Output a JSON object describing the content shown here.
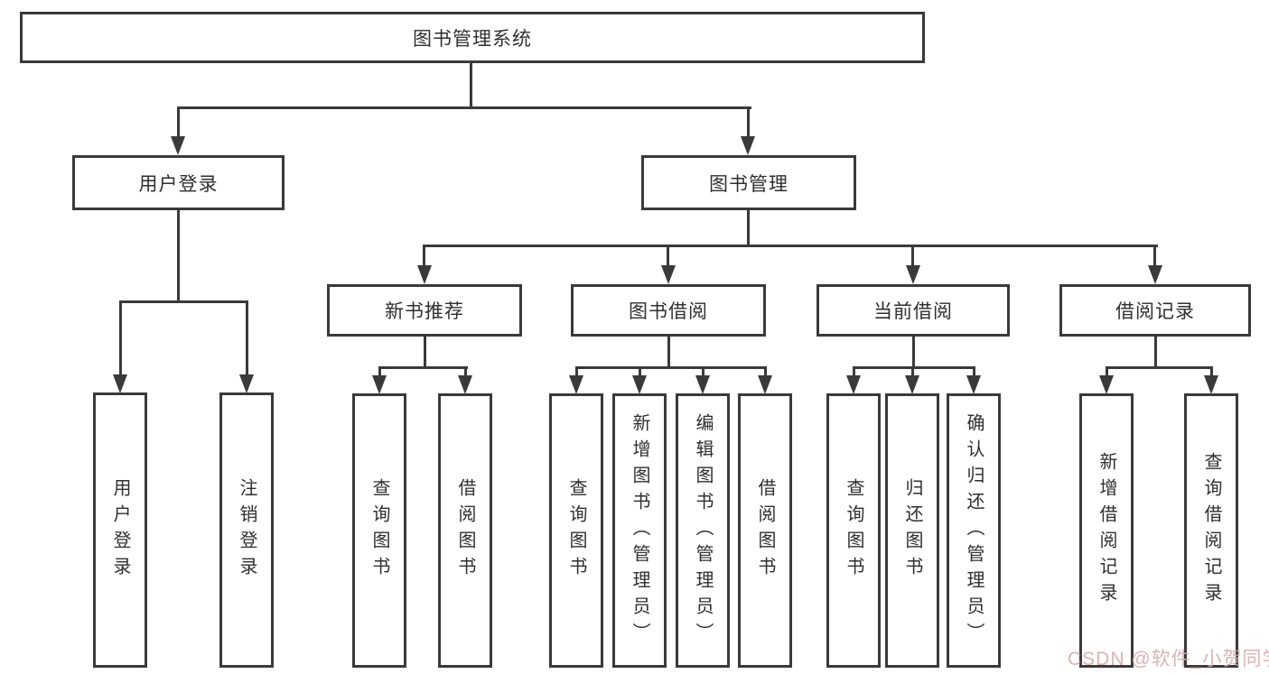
{
  "colors": {
    "line": "#3a3a3a",
    "box_border": "#3a3a3a",
    "text": "#2f2f2f",
    "background": "#ffffff",
    "watermark": "#d8abab"
  },
  "watermark": {
    "text": "CSDN @软件_小贺同学"
  },
  "tree": {
    "root": {
      "label": "图书管理系统",
      "children": [
        {
          "label": "用户登录",
          "children": [
            {
              "label": "用户登录"
            },
            {
              "label": "注销登录"
            }
          ]
        },
        {
          "label": "图书管理",
          "children": [
            {
              "label": "新书推荐",
              "children": [
                {
                  "label": "查询图书"
                },
                {
                  "label": "借阅图书"
                }
              ]
            },
            {
              "label": "图书借阅",
              "children": [
                {
                  "label": "查询图书"
                },
                {
                  "label": "新增图书（管理员）"
                },
                {
                  "label": "编辑图书（管理员）"
                },
                {
                  "label": "借阅图书"
                }
              ]
            },
            {
              "label": "当前借阅",
              "children": [
                {
                  "label": "查询图书"
                },
                {
                  "label": "归还图书"
                },
                {
                  "label": "确认归还（管理员）"
                }
              ]
            },
            {
              "label": "借阅记录",
              "children": [
                {
                  "label": "新增借阅记录"
                },
                {
                  "label": "查询借阅记录"
                }
              ]
            }
          ]
        }
      ]
    }
  }
}
